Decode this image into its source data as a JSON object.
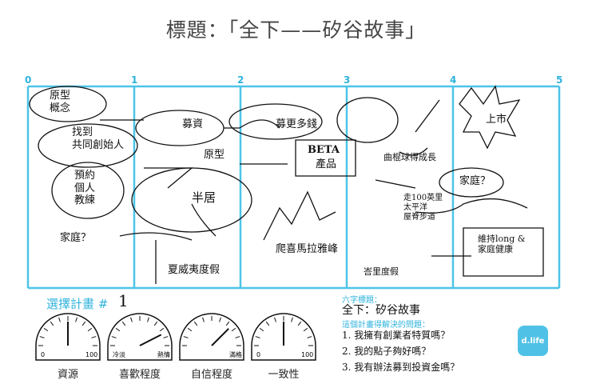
{
  "title": "標題：「全下——矽谷故事」",
  "timeline": {
    "ticks": [
      "0",
      "1",
      "2",
      "3",
      "4",
      "5"
    ]
  },
  "sketch_notes": {
    "concept": "原型\n概念",
    "find_founders": "找到\n共同創始人",
    "raise_seed": "募資",
    "prototype": "原型",
    "raise_more": "募更多錢",
    "beta": "BETA",
    "product": "產品",
    "tournament": "曲棍球得成長",
    "ipo": "上市",
    "family_q2": "家庭？",
    "dating": "預約\n個人\n教練",
    "family_q1": "家庭？",
    "halfway": "半居",
    "summer_vacation": "夏威夷度假",
    "climb": "爬喜馬拉雅峰",
    "walk": "走100英里\n太平洋\n屋脊步道",
    "bali": "峇里度假",
    "maintain": "維持long &\n家庭健康"
  },
  "plan": {
    "label": "選擇計畫 #",
    "number": "1"
  },
  "gauges": [
    {
      "name": "資源",
      "value": 0.5,
      "min": "0",
      "max": "100"
    },
    {
      "name": "喜歡程度",
      "value": 0.85,
      "min": "冷淡",
      "max": "熱情"
    },
    {
      "name": "自信程度",
      "value": 0.75,
      "min": "",
      "max": "滿格"
    },
    {
      "name": "一致性",
      "value": 0.5,
      "min": "0",
      "max": "100"
    }
  ],
  "six_word_title": {
    "label": "六字標題：",
    "text": "全下：矽谷故事"
  },
  "questions": {
    "label": "這個計畫得解決的問題：",
    "items": [
      "1. 我擁有創業者特質嗎？",
      "2. 我的點子夠好嗎？",
      "3. 我有辦法募到投資金嗎？"
    ]
  },
  "logo": "d.life",
  "colors": {
    "accent": "#2fb3dc",
    "ink": "#111111"
  }
}
